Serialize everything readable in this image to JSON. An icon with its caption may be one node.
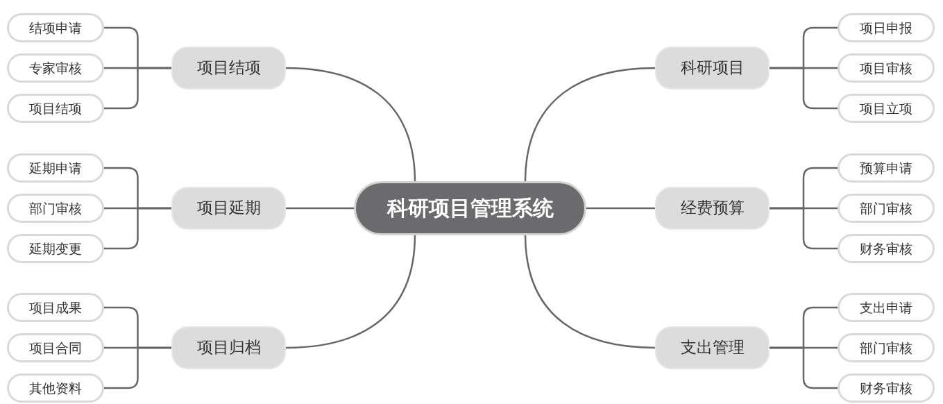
{
  "diagram": {
    "nodes": [
      {
        "text": [
          "科研项目管理系统"
        ]
      },
      {
        "text": [
          "项目结项"
        ]
      },
      {
        "text": [
          "结项申请"
        ]
      },
      {
        "text": [
          "专家审核"
        ]
      },
      {
        "text": [
          "项目结项"
        ]
      },
      {
        "text": [
          "项目延期"
        ]
      },
      {
        "text": [
          "延期申请"
        ]
      },
      {
        "text": [
          "部门审核"
        ]
      },
      {
        "text": [
          "延期变更"
        ]
      },
      {
        "text": [
          "项目归档"
        ]
      },
      {
        "text": [
          "项目成果"
        ]
      },
      {
        "text": [
          "项目合同"
        ]
      },
      {
        "text": [
          "其他资料"
        ]
      },
      {
        "text": [
          "科研项目"
        ]
      },
      {
        "text": [
          "项日申报"
        ]
      },
      {
        "text": [
          "项目审核"
        ]
      },
      {
        "text": [
          "项目立项"
        ]
      },
      {
        "text": [
          "经费预算"
        ]
      },
      {
        "text": [
          "预算申请"
        ]
      },
      {
        "text": [
          "部门审核"
        ]
      },
      {
        "text": [
          "财务审核"
        ]
      },
      {
        "text": [
          "支出管理"
        ]
      },
      {
        "text": [
          "支出申请"
        ]
      },
      {
        "text": [
          "部门审核"
        ]
      },
      {
        "text": [
          "财务审核"
        ]
      }
    ],
    "edges": [
      {
        "from": 0,
        "to": 1,
        "arrow": "none"
      },
      {
        "from": 1,
        "to": 2,
        "arrow": "none"
      },
      {
        "from": 1,
        "to": 3,
        "arrow": "none"
      },
      {
        "from": 1,
        "to": 4,
        "arrow": "none"
      },
      {
        "from": 0,
        "to": 5,
        "arrow": "none"
      },
      {
        "from": 5,
        "to": 6,
        "arrow": "none"
      },
      {
        "from": 5,
        "to": 7,
        "arrow": "none"
      },
      {
        "from": 5,
        "to": 8,
        "arrow": "none"
      },
      {
        "from": 0,
        "to": 9,
        "arrow": "none"
      },
      {
        "from": 9,
        "to": 10,
        "arrow": "none"
      },
      {
        "from": 9,
        "to": 11,
        "arrow": "none"
      },
      {
        "from": 9,
        "to": 12,
        "arrow": "none"
      },
      {
        "from": 0,
        "to": 13,
        "arrow": "none"
      },
      {
        "from": 13,
        "to": 14,
        "arrow": "none"
      },
      {
        "from": 13,
        "to": 15,
        "arrow": "none"
      },
      {
        "from": 13,
        "to": 16,
        "arrow": "none"
      },
      {
        "from": 0,
        "to": 17,
        "arrow": "none"
      },
      {
        "from": 17,
        "to": 18,
        "arrow": "none"
      },
      {
        "from": 17,
        "to": 19,
        "arrow": "none"
      },
      {
        "from": 17,
        "to": 20,
        "arrow": "none"
      },
      {
        "from": 0,
        "to": 21,
        "arrow": "none"
      },
      {
        "from": 21,
        "to": 22,
        "arrow": "none"
      },
      {
        "from": 21,
        "to": 23,
        "arrow": "none"
      },
      {
        "from": 21,
        "to": 24,
        "arrow": "none"
      }
    ]
  }
}
